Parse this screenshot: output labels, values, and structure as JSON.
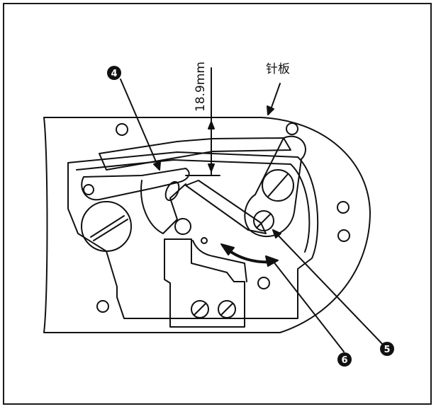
{
  "labels": {
    "dimension": "18.9mm",
    "needle_plate": "针板"
  },
  "callouts": [
    {
      "id": "callout-4",
      "number": "4"
    },
    {
      "id": "callout-5",
      "number": "5"
    },
    {
      "id": "callout-6",
      "number": "6"
    }
  ],
  "colors": {
    "line": "#111111",
    "background": "#ffffff"
  }
}
